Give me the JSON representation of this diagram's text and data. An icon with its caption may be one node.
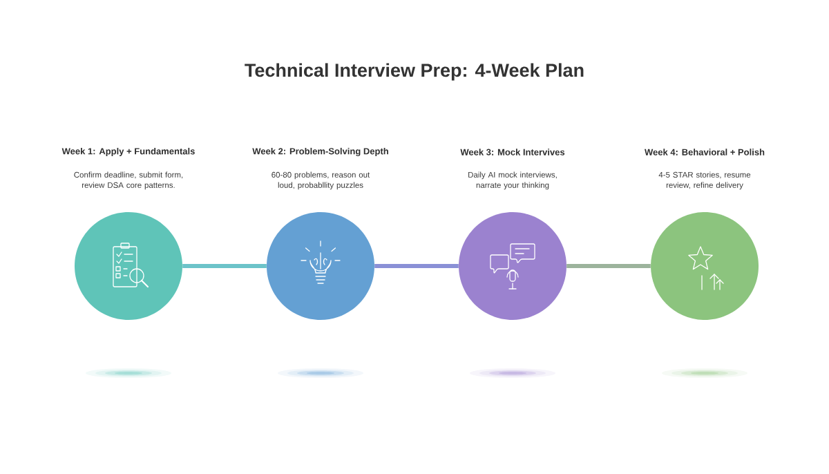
{
  "diagram": {
    "title": "Technical Interview Prep: 4-Week Plan",
    "nodes": [
      {
        "text": [
          "Week 1: Apply + Fundamentals",
          "Confirm deadline, submit form, review DSA core patterns."
        ]
      },
      {
        "text": [
          "Week 2: Problem-Solving Depth",
          "60-80 problems, reason out loud, probabllity puzzles"
        ]
      },
      {
        "text": [
          "Week 3: Mock Intervives",
          "Daily AI mock interviews, narrate your thinking"
        ]
      },
      {
        "text": [
          "Week 4: Behavioral + Polish",
          "4-5 STAR stories, resume review, refine delivery"
        ]
      }
    ],
    "edges": [
      {
        "from": 0,
        "to": 1,
        "arrow": "none",
        "color": "#6cc3c9"
      },
      {
        "from": 1,
        "to": 2,
        "arrow": "none",
        "color": "#8a90d6"
      },
      {
        "from": 2,
        "to": 3,
        "arrow": "none",
        "color": "#9cb39c"
      }
    ]
  }
}
